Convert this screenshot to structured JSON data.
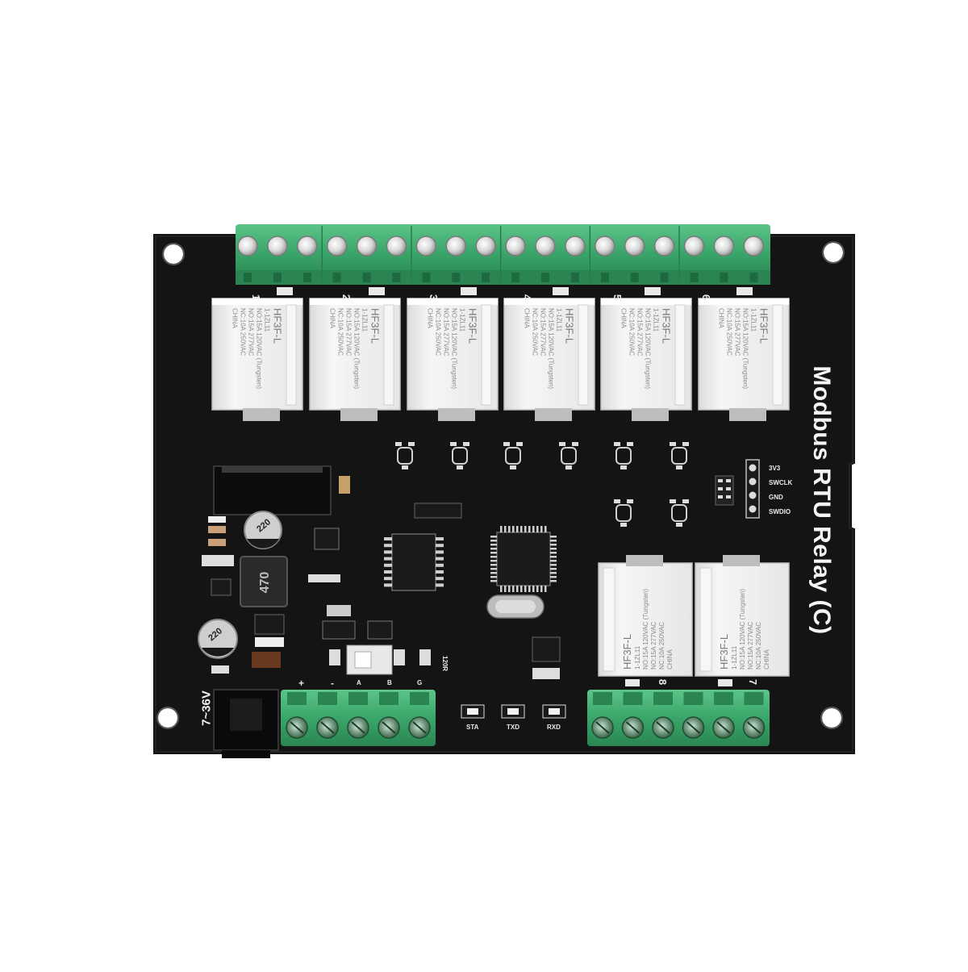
{
  "board": {
    "title": "Modbus RTU Relay (C)",
    "power_label": "7~36V",
    "relay_model": "HF3F-L",
    "relay_submodel": "1-1ZL11",
    "relay_ratings": [
      "NO:15A 120VAC (Tungsten)",
      "NO:15A 277VAC",
      "NC:10A 250VAC"
    ],
    "relay_origin": "CHINA",
    "inductor_code": "470",
    "cap_label_1": "220",
    "cap_label_2": "220",
    "channel_numbers": [
      "1",
      "2",
      "3",
      "4",
      "5",
      "6",
      "7",
      "8"
    ],
    "debug_header": [
      "3V3",
      "SWCLK",
      "GND",
      "SWDIO"
    ],
    "status_leds": [
      "STA",
      "TXD",
      "RXD"
    ],
    "bus_terminal_labels": [
      "+",
      "-",
      "A",
      "B",
      "G"
    ],
    "termination_label": "120R",
    "colors": {
      "pcb": "#141414",
      "terminal_green": "#3aa66a",
      "relay_white": "#eeeeee",
      "relay_base": "#bdbdbd",
      "silkscreen": "#f2f2f2"
    }
  }
}
